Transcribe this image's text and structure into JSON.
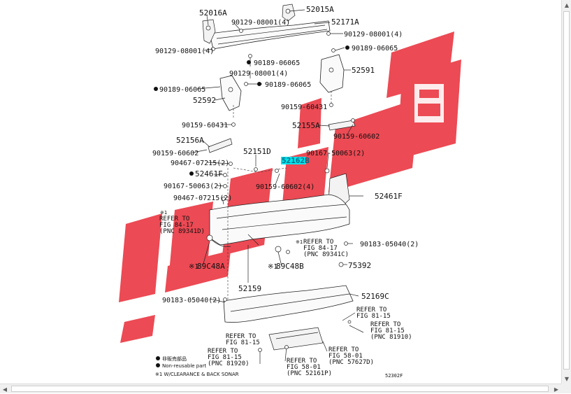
{
  "diagram": {
    "part_labels": {
      "p52016A": "52016A",
      "p52015A": "52015A",
      "p52171A": "52171A",
      "p90129_top_left": "90129-08001(4)",
      "p90129_right": "90129-08001(4)",
      "p90129_left": "90129-08001(4)",
      "p90129_mid": "90129-08001(4)",
      "p90189_right": "90189-06065",
      "p90189_mid": "90189-06065",
      "p90189_left": "90189-06065",
      "p90189_mid2": "90189-06065",
      "p52591": "52591",
      "p52592": "52592",
      "p90159_60431_r": "90159-60431",
      "p90159_60431_l": "90159-60431",
      "p52155A": "52155A",
      "p90159_60602_r": "90159-60602",
      "p52156A": "52156A",
      "p90159_60602_l": "90159-60602",
      "p52151D": "52151D",
      "p90167_50063_r": "90167-50063(2)",
      "p90467_07215_a": "90467-07215(2)",
      "p52162B": "52162B",
      "p52461F_l": "52461F",
      "p90159_60602_4": "90159-60602(4)",
      "p90167_50063_l": "90167-50063(2)",
      "p52461F_r": "52461F",
      "p90467_07215_b": "90467-07215(2)",
      "p90183_right": "90183-05040(2)",
      "p89C48A": "89C48A",
      "p89C48B": "89C48B",
      "p75392": "75392",
      "p52159": "52159",
      "p52169C": "52169C",
      "p90183_left": "90183-05040(2)"
    },
    "refer_notes": {
      "r1_line1": "REFER TO",
      "r1_line2": "FIG 84-17",
      "r1_line3": "(PNC 89341D)",
      "r2_line1": "REFER TO",
      "r2_line2": "FIG 84-17",
      "r2_line3": "(PNC 89341C)",
      "r3_line1": "REFER TO",
      "r3_line2": "FIG 81-15",
      "r4_line1": "REFER TO",
      "r4_line2": "FIG 81-15",
      "r4_line3": "(PNC 81910)",
      "r5_line1": "REFER TO",
      "r5_line2": "FIG 81-15",
      "r6_line1": "REFER TO",
      "r6_line2": "FIG 81-15",
      "r6_line3": "(PNC 81920)",
      "r7_line1": "REFER TO",
      "r7_line2": "FIG 58-01",
      "r7_line3": "(PNC 57627D)",
      "r8_line1": "REFER TO",
      "r8_line2": "FIG 58-01",
      "r8_line3": "(PNC 52161P)"
    },
    "legend": {
      "item1": "非販売部品",
      "item2": "Non-reusable part",
      "note": "※1 W/CLEARANCE & BACK SONAR"
    },
    "footer_code": "52302F",
    "mark_note": "※1",
    "highlight_color": "#00e5ee",
    "watermark_color": "#e8232f"
  },
  "scrollbars": {
    "up_arrow": "▲",
    "down_arrow": "▼",
    "left_arrow": "◀",
    "right_arrow": "▶"
  }
}
